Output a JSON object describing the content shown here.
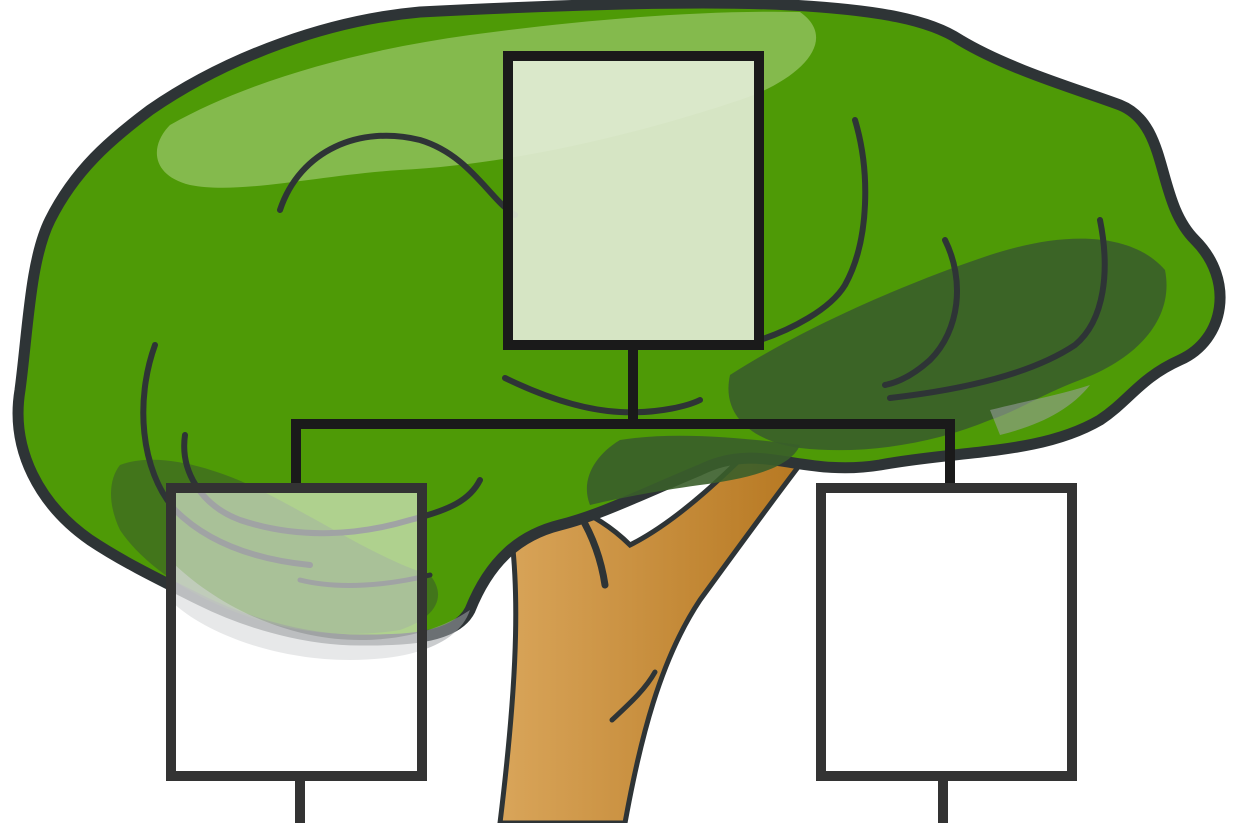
{
  "diagram": {
    "type": "family-tree",
    "nodes": [
      {
        "id": "parent",
        "label": ""
      },
      {
        "id": "child-left",
        "label": ""
      },
      {
        "id": "child-right",
        "label": ""
      }
    ],
    "edges": [
      {
        "from": "parent",
        "to": "child-left"
      },
      {
        "from": "parent",
        "to": "child-right"
      }
    ],
    "colors": {
      "foliage": "#4e9a06",
      "foliage_highlight": "#8ebf5a",
      "foliage_shadow": "#3a5e2a",
      "outline": "#2e3436",
      "trunk_light": "#d9a55a",
      "trunk_dark": "#b5761f",
      "connector": "#1a1a1a",
      "box_fill_parent": "#e2ecd5",
      "box_fill_child": "#ffffff",
      "box_border": "#333333"
    }
  }
}
